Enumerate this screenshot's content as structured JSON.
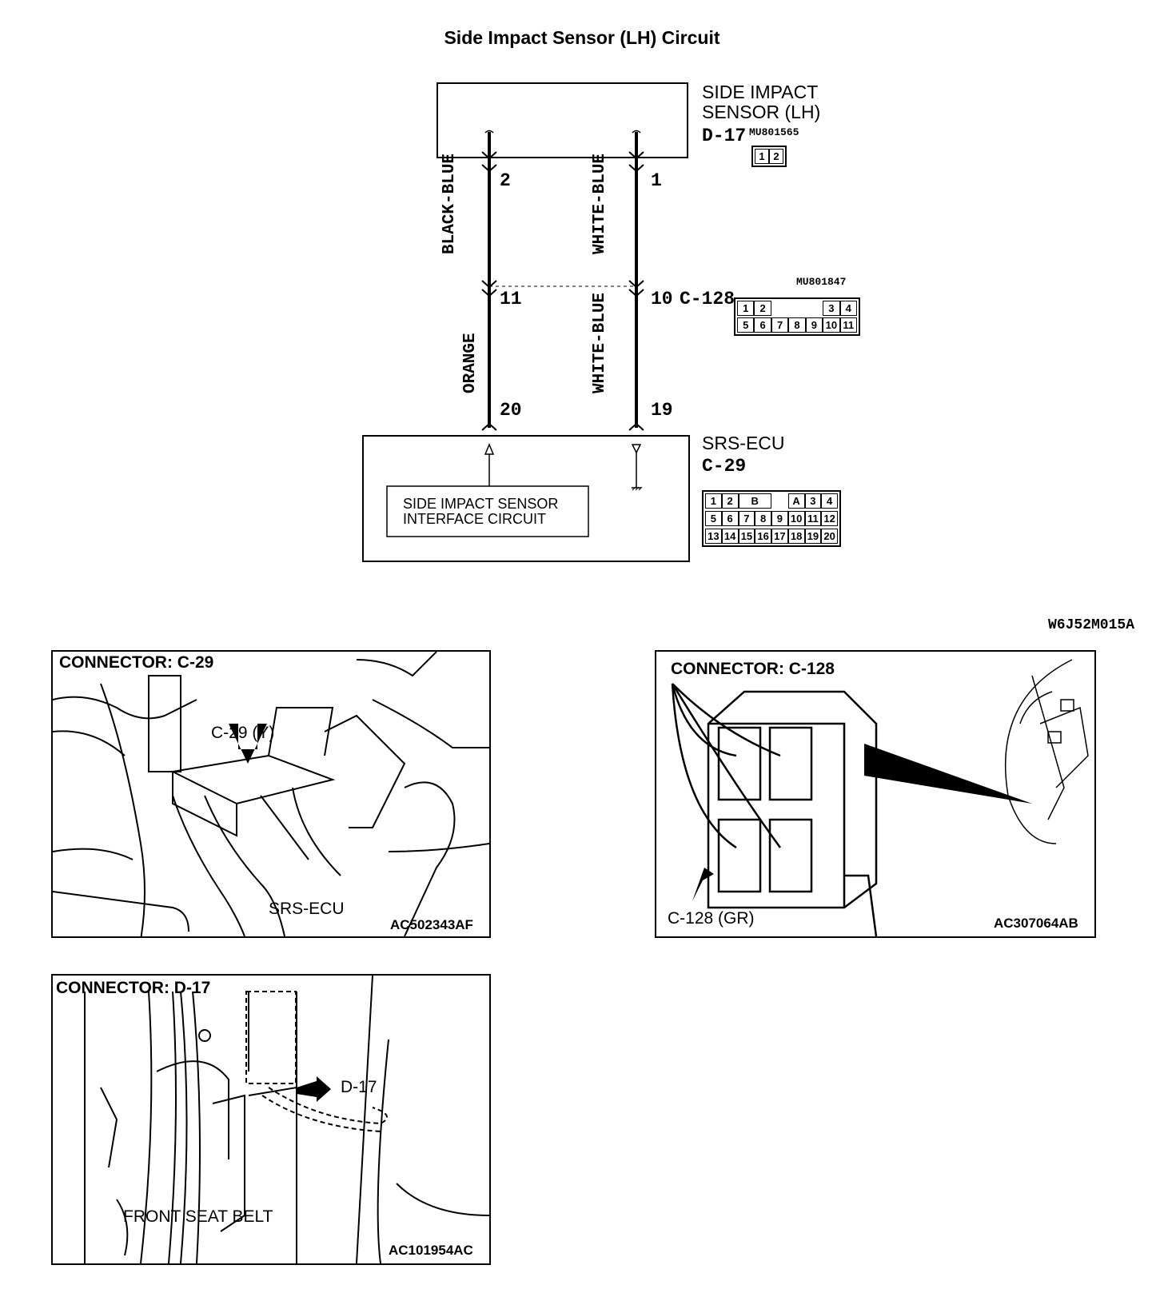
{
  "title": "Side Impact Sensor (LH) Circuit",
  "sensor": {
    "name_line1": "SIDE IMPACT",
    "name_line2": "SENSOR (LH)",
    "connector": "D-17",
    "part_no": "MU801565",
    "pins": [
      "1",
      "2"
    ]
  },
  "wires": {
    "left_upper_color": "BLACK-BLUE",
    "right_upper_color": "WHITE-BLUE",
    "left_lower_color": "ORANGE",
    "right_lower_color": "WHITE-BLUE"
  },
  "pins": {
    "sensor_left": "2",
    "sensor_right": "1",
    "c128_left": "11",
    "c128_right": "10",
    "ecu_left": "20",
    "ecu_right": "19"
  },
  "intermediate_connector": {
    "id": "C-128",
    "part_no": "MU801847",
    "row1": [
      "1",
      "2",
      "",
      "",
      "",
      "3",
      "4"
    ],
    "row2": [
      "5",
      "6",
      "7",
      "8",
      "9",
      "10",
      "11"
    ]
  },
  "ecu": {
    "name": "SRS-ECU",
    "connector": "C-29",
    "interface_line1": "SIDE IMPACT SENSOR",
    "interface_line2": "INTERFACE CIRCUIT",
    "row1": [
      "1",
      "2",
      "B",
      "",
      "A",
      "3",
      "4"
    ],
    "row2": [
      "5",
      "6",
      "7",
      "8",
      "9",
      "10",
      "11",
      "12"
    ],
    "row3": [
      "13",
      "14",
      "15",
      "16",
      "17",
      "18",
      "19",
      "20"
    ]
  },
  "diagram_code": "W6J52M015A",
  "panels": {
    "c29": {
      "title": "CONNECTOR: C-29",
      "callout": "C-29 (Y)",
      "label": "SRS-ECU",
      "code": "AC502343AF"
    },
    "c128": {
      "title": "CONNECTOR: C-128",
      "callout": "C-128 (GR)",
      "code": "AC307064AB"
    },
    "d17": {
      "title": "CONNECTOR: D-17",
      "callout": "D-17",
      "label": "FRONT SEAT BELT",
      "code": "AC101954AC"
    }
  }
}
